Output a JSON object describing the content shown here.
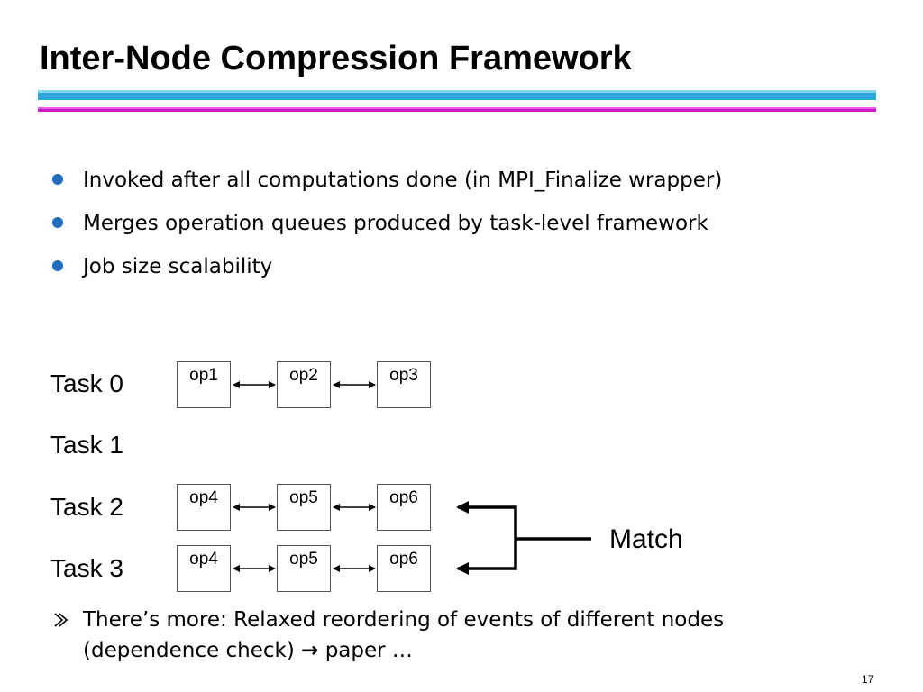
{
  "slide": {
    "title": "Inter-Node Compression Framework",
    "bullets": [
      "Invoked after all computations done (in MPI_Finalize wrapper)",
      "Merges operation queues produced by task-level framework",
      "Job size scalability"
    ],
    "tasks": [
      {
        "label": "Task 0",
        "ops": [
          "op1",
          "op2",
          "op3"
        ]
      },
      {
        "label": "Task 1",
        "ops": []
      },
      {
        "label": "Task 2",
        "ops": [
          "op4",
          "op5",
          "op6"
        ]
      },
      {
        "label": "Task 3",
        "ops": [
          "op4",
          "op5",
          "op6"
        ]
      }
    ],
    "match_label": "Match",
    "note": {
      "line1": "There’s more: Relaxed reordering of events of different nodes",
      "line2_before": "(dependence check) ",
      "line2_arrow": "→",
      "line2_after": " paper …"
    },
    "page_number": "17",
    "colors": {
      "title_rule_cyan": "#29a8d8",
      "title_rule_magenta": "#c818c8",
      "bullet_dot": "#1f6ec0"
    }
  }
}
